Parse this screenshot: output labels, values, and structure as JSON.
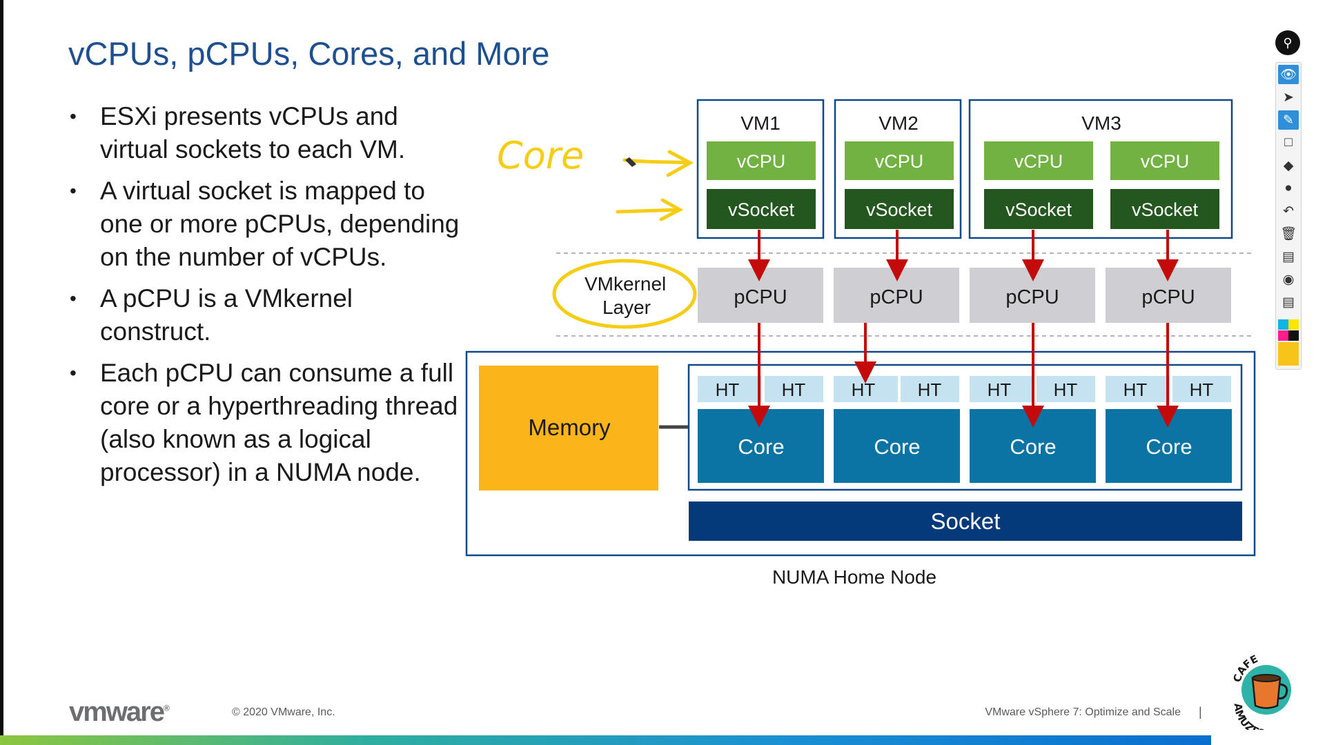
{
  "title": "vCPUs, pCPUs, Cores, and More",
  "bullets": [
    "ESXi presents vCPUs and virtual sockets to each VM.",
    "A virtual socket is mapped to one or more pCPUs, depending on the number of vCPUs.",
    "A pCPU is a VMkernel construct.",
    "Each pCPU can consume a full core or a hyperthreading thread (also known as a logical processor) in a NUMA node."
  ],
  "diagram": {
    "vms": [
      {
        "name": "VM1",
        "units": [
          {
            "vcpu": "vCPU",
            "vsocket": "vSocket"
          }
        ]
      },
      {
        "name": "VM2",
        "units": [
          {
            "vcpu": "vCPU",
            "vsocket": "vSocket"
          }
        ]
      },
      {
        "name": "VM3",
        "units": [
          {
            "vcpu": "vCPU",
            "vsocket": "vSocket"
          },
          {
            "vcpu": "vCPU",
            "vsocket": "vSocket"
          }
        ]
      }
    ],
    "vmkernel_label": "VMkernel Layer",
    "pcpus": [
      "pCPU",
      "pCPU",
      "pCPU",
      "pCPU"
    ],
    "memory": "Memory",
    "cores": [
      {
        "ht": [
          "HT",
          "HT"
        ],
        "label": "Core"
      },
      {
        "ht": [
          "HT",
          "HT"
        ],
        "label": "Core"
      },
      {
        "ht": [
          "HT",
          "HT"
        ],
        "label": "Core"
      },
      {
        "ht": [
          "HT",
          "HT"
        ],
        "label": "Core"
      }
    ],
    "socket": "Socket",
    "numa_label": "NUMA Home Node",
    "colors": {
      "vcpu": "#71b243",
      "vsocket": "#24561f",
      "pcpu": "#cfced3",
      "memory": "#fbb51a",
      "ht": "#c5e2f1",
      "core": "#0b74a5",
      "socket": "#053a7a",
      "arrow": "#c40b0b",
      "border": "#0e4a8a",
      "annotation": "#f5cd14"
    }
  },
  "annotations": {
    "handwritten": "Core"
  },
  "footer": {
    "logo": "vmware",
    "copyright": "© 2020 VMware, Inc.",
    "course": "VMware vSphere 7: Optimize and Scale",
    "separator": "|"
  },
  "badge": {
    "top_text": "CAFE",
    "bottom_text": "AMUZESH"
  },
  "toolbar_icons": [
    "pin-icon",
    "eye-icon",
    "pointer-icon",
    "pen-icon",
    "rectangle-icon",
    "eraser-icon",
    "dot-icon",
    "undo-icon",
    "trash-icon",
    "screen-icon",
    "camera-icon",
    "clipboard-icon"
  ]
}
